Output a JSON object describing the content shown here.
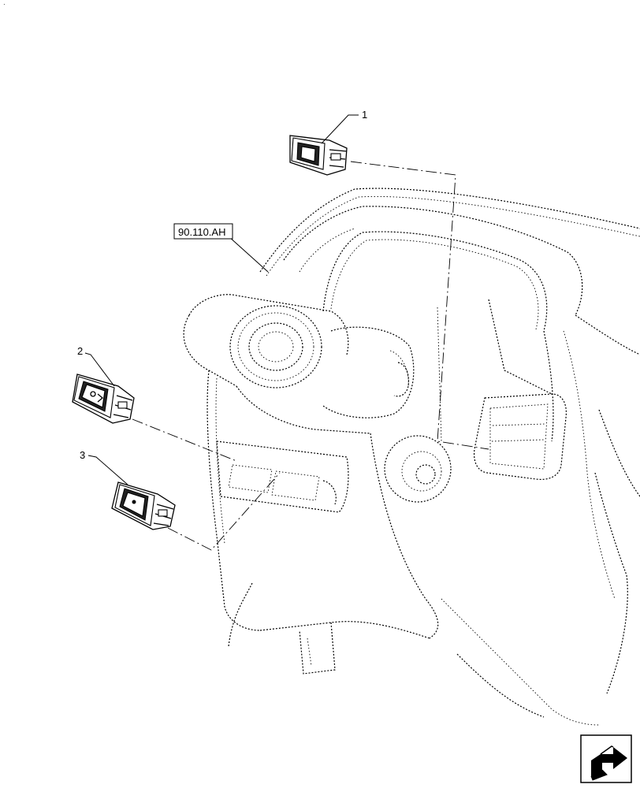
{
  "callouts": [
    {
      "label": "1"
    },
    {
      "label": "2"
    },
    {
      "label": "3"
    }
  ],
  "reference": {
    "label": "90.110.AH"
  },
  "parts": [
    {
      "name": "rocker-switch-1"
    },
    {
      "name": "rocker-switch-2"
    },
    {
      "name": "rocker-switch-3"
    }
  ],
  "nav_icon": "next-page-arrow-icon"
}
